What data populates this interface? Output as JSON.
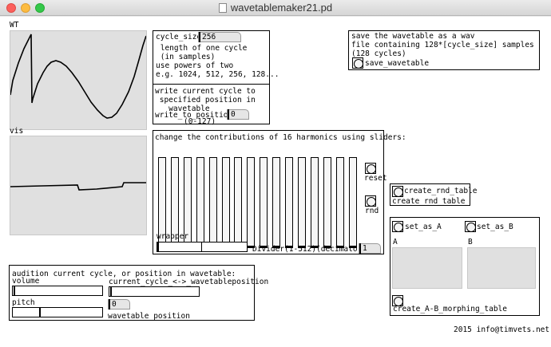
{
  "window": {
    "title": "wavetablemaker21.pd"
  },
  "wt_graph": {
    "label": "WT"
  },
  "vis_graph": {
    "label": "vis"
  },
  "cycle_size": {
    "label": "cycle_size",
    "value": "256",
    "desc_lines": [
      " length of one cycle",
      " (in samples)",
      "use powers of two",
      "e.g. 1024, 512, 256, 128..."
    ]
  },
  "write_position": {
    "desc_lines": [
      "write current cycle to",
      " specified position in",
      "   wavetable"
    ],
    "label": "write_to_position",
    "value": "0",
    "range": "(0-127)"
  },
  "save": {
    "desc_lines": [
      "save the wavetable as a wav",
      "file containing 128*[cycle_size] samples",
      "(128 cycles)"
    ],
    "button_label": "save_wavetable"
  },
  "harmonics": {
    "title": "change the contributions of 16 harmonics using sliders:",
    "slider_values": [
      0,
      0,
      0,
      0,
      0,
      0,
      0,
      0,
      0,
      0,
      0,
      0,
      0,
      0,
      0,
      0
    ],
    "reset_label": "reset",
    "rnd_label": "rnd",
    "wrapper_label": "wrapper",
    "divider_label": "Divider(1-512)(decimator)",
    "divider_value": "1"
  },
  "rnd_table": {
    "button_label": "create_rnd_table",
    "object_label": "create_rnd_table"
  },
  "morph": {
    "set_a_label": "set_as_A",
    "set_b_label": "set_as_B",
    "a_label": "A",
    "b_label": "B",
    "create_label": "create_A-B_morphing_table"
  },
  "audition": {
    "title": "audition current cycle, or position in wavetable:",
    "volume_label": "volume",
    "cycle_label": "current_cycle_<->_wavetableposition",
    "pitch_label": "pitch",
    "position_value": "0",
    "position_label": "wavetable_position"
  },
  "footer": {
    "credit": "2015 info@timvets.net"
  }
}
